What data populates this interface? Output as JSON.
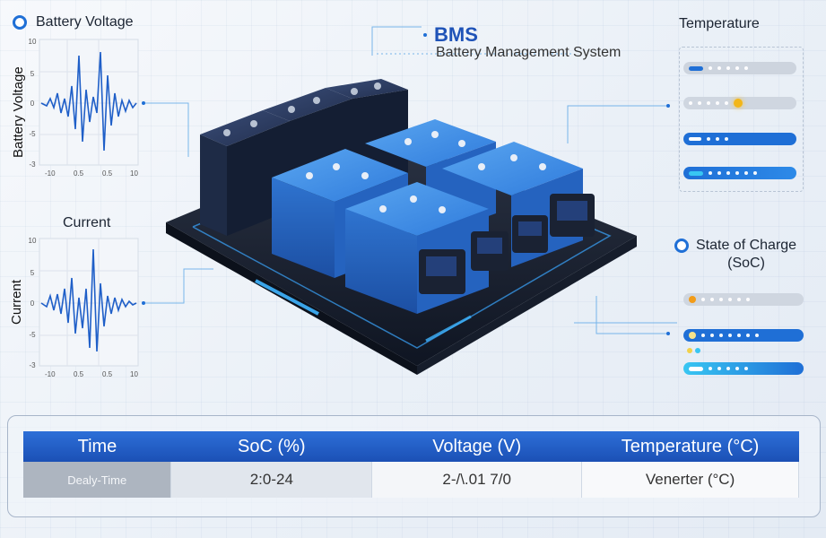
{
  "voltage_panel": {
    "title": "Battery Voltage",
    "ylabel": "Battery Voltage",
    "yticks": [
      "10",
      "5",
      "0",
      "-5",
      "-3"
    ],
    "xticks": [
      "-10",
      "0.5",
      "0.5",
      "10"
    ]
  },
  "current_panel": {
    "title": "Current",
    "ylabel": "Current",
    "yticks": [
      "10",
      "5",
      "0",
      "-5",
      "-3"
    ],
    "xticks": [
      "-10",
      "0.5",
      "0.5",
      "10"
    ]
  },
  "bms": {
    "title": "BMS",
    "subtitle": "Battery Management System"
  },
  "temperature": {
    "title": "Temperature",
    "bars": [
      {
        "color": "#b9c3d1",
        "accent": "#1f6fd6"
      },
      {
        "color": "#c3cbd6",
        "accent": "#f2b619"
      },
      {
        "color": "#1f6fd6",
        "accent": "#ffffff"
      },
      {
        "color": "#1f6fd6",
        "accent": "#38c6f2"
      }
    ]
  },
  "soc": {
    "title": "State of Charge",
    "subtitle": "(SoC)",
    "bars": [
      {
        "color": "#c3cbd6",
        "accent": "#f29c19"
      },
      {
        "color": "#1f6fd6",
        "accent": "#f6e38a"
      },
      {
        "color": "#38c6f2",
        "accent": "#ffffff"
      }
    ]
  },
  "table": {
    "headers": [
      "Time",
      "SoC (%)",
      "Voltage (V)",
      "Temperature (°C)"
    ],
    "row": [
      "Dealy-Time",
      "2:0-24",
      "2-/\\.01 7/0",
      "Venerter  (°C)"
    ]
  },
  "colors": {
    "accent": "#1f6fd6",
    "header_blue": "#1b50b5",
    "cell_blue": "#3b8ee8"
  }
}
